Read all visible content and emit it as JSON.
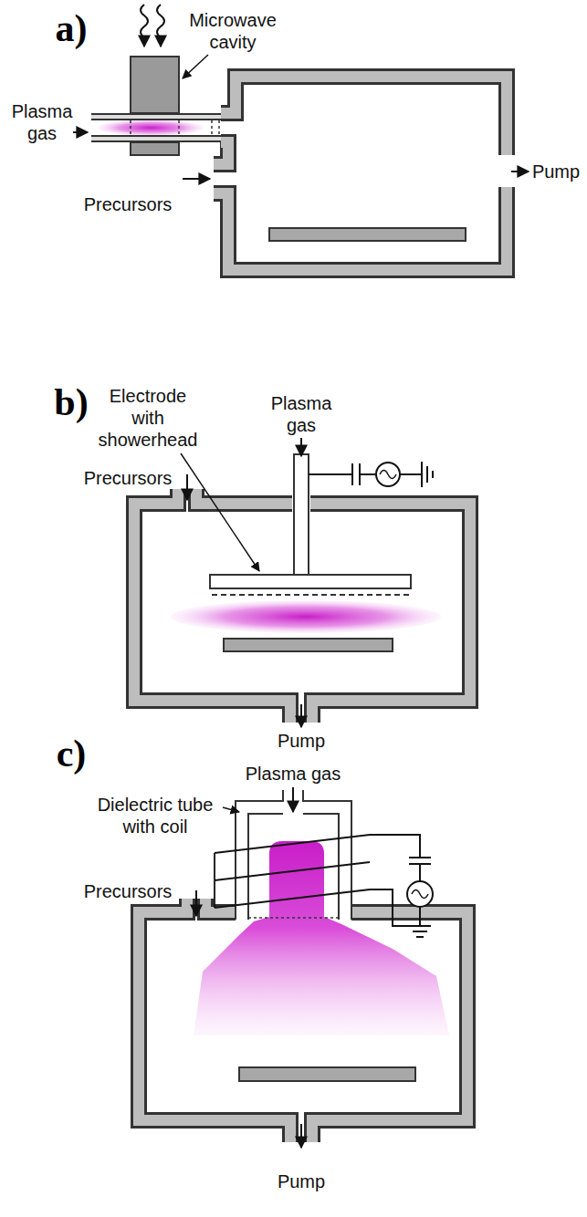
{
  "diagram": {
    "labels": [
      "a)",
      "Microwave cavity",
      "Plasma gas",
      "Pump",
      "Precursors",
      "b)",
      "Electrode with showerhead",
      "Plasma gas",
      "Precursors",
      "Pump",
      "c)",
      "Dielectric tube with coil",
      "Plasma gas",
      "Precursors",
      "Pump"
    ]
  }
}
